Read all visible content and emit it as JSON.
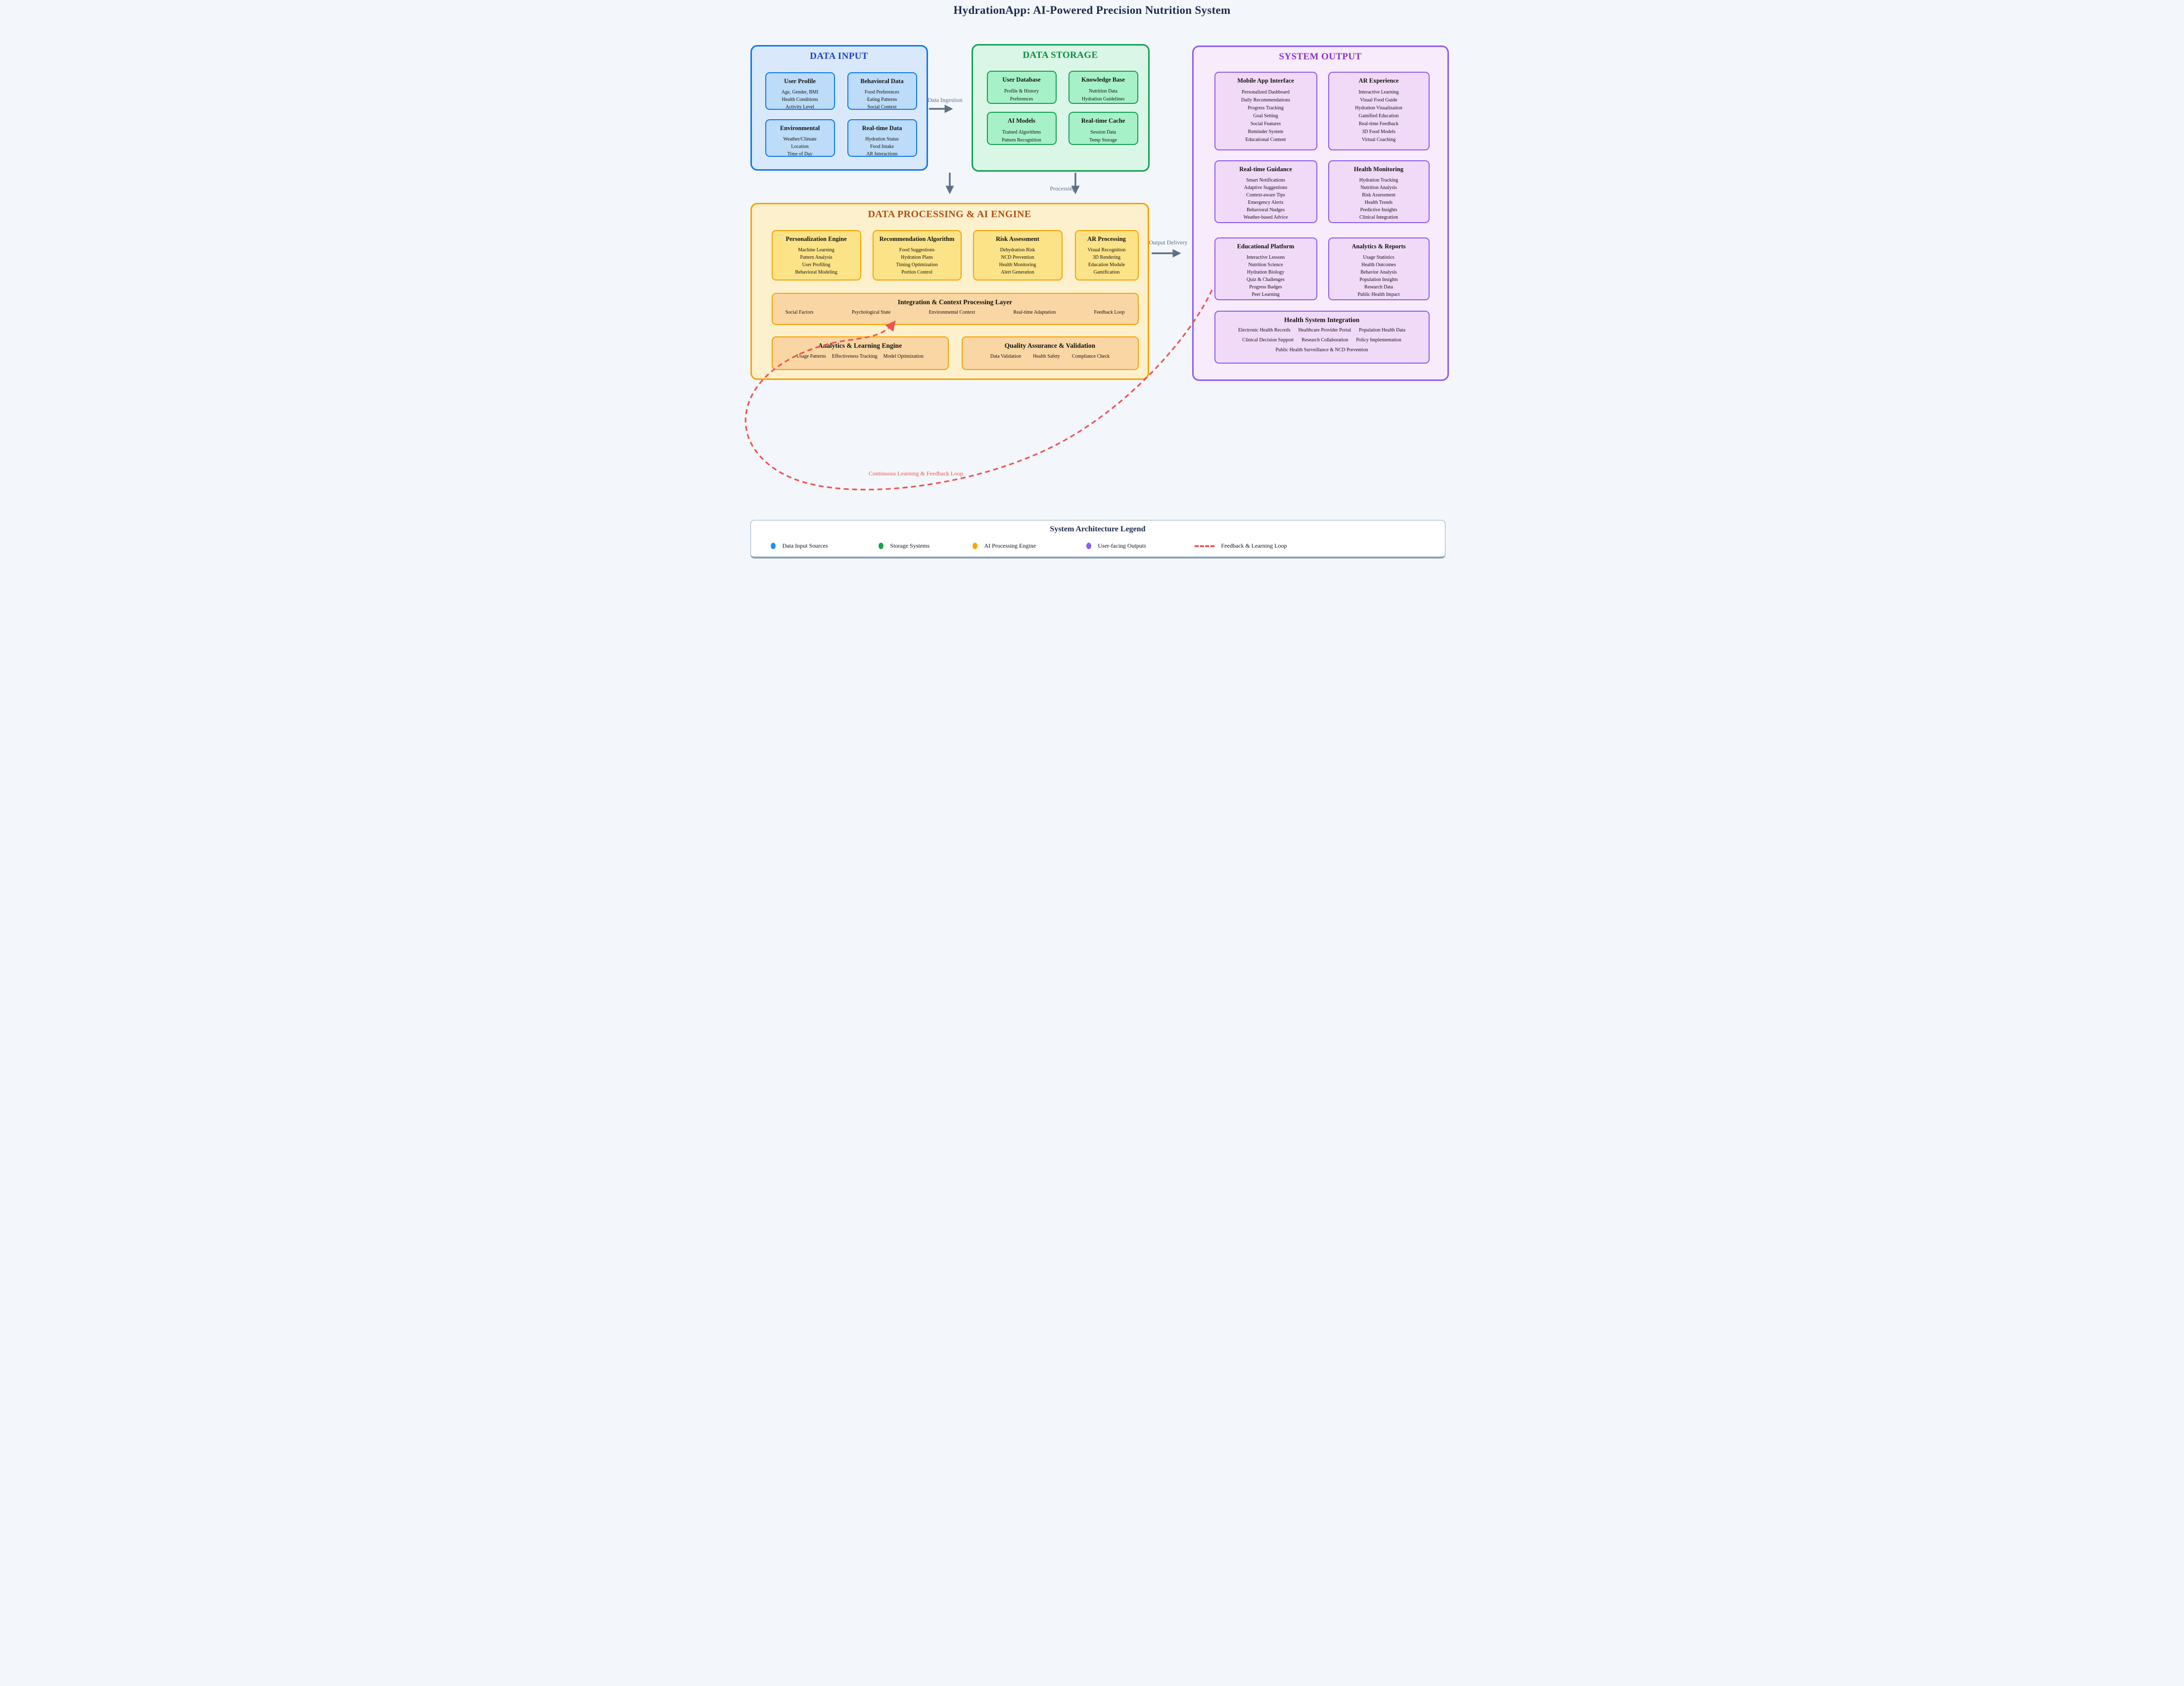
{
  "title": "HydrationApp: AI-Powered Precision Nutrition System",
  "data_input": {
    "title": "DATA INPUT",
    "boxes": [
      {
        "title": "User Profile",
        "items": [
          "Age, Gender, BMI",
          "Health Conditions",
          "Activity Level"
        ]
      },
      {
        "title": "Behavioral Data",
        "items": [
          "Food Preferences",
          "Eating Patterns",
          "Social Context"
        ]
      },
      {
        "title": "Environmental",
        "items": [
          "Weather/Climate",
          "Location",
          "Time of Day"
        ]
      },
      {
        "title": "Real-time Data",
        "items": [
          "Hydration Status",
          "Food Intake",
          "AR Interactions"
        ]
      }
    ]
  },
  "data_storage": {
    "title": "DATA STORAGE",
    "boxes": [
      {
        "title": "User Database",
        "items": [
          "Profile & History",
          "Preferences"
        ]
      },
      {
        "title": "Knowledge Base",
        "items": [
          "Nutrition Data",
          "Hydration Guidelines"
        ]
      },
      {
        "title": "AI Models",
        "items": [
          "Trained Algorithms",
          "Pattern Recognition"
        ]
      },
      {
        "title": "Real-time Cache",
        "items": [
          "Session Data",
          "Temp Storage"
        ]
      }
    ]
  },
  "processing": {
    "title": "DATA PROCESSING & AI ENGINE",
    "engines": [
      {
        "title": "Personalization Engine",
        "items": [
          "Machine Learning",
          "Pattern Analysis",
          "User Profiling",
          "Behavioral Modeling"
        ]
      },
      {
        "title": "Recommendation Algorithm",
        "items": [
          "Food Suggestions",
          "Hydration Plans",
          "Timing Optimization",
          "Portion Control"
        ]
      },
      {
        "title": "Risk Assessment",
        "items": [
          "Dehydration Risk",
          "NCD Prevention",
          "Health Monitoring",
          "Alert Generation"
        ]
      },
      {
        "title": "AR Processing",
        "items": [
          "Visual Recognition",
          "3D Rendering",
          "Education Module",
          "Gamification"
        ]
      }
    ],
    "integration": {
      "title": "Integration & Context Processing Layer",
      "items": [
        "Social Factors",
        "Psychological State",
        "Environmental Context",
        "Real-time Adaptation",
        "Feedback Loop"
      ]
    },
    "analytics": {
      "title": "Analytics & Learning Engine",
      "items": [
        "Usage Patterns",
        "Effectiveness Tracking",
        "Model Optimization"
      ]
    },
    "qa": {
      "title": "Quality Assurance & Validation",
      "items": [
        "Data Validation",
        "Health Safety",
        "Compliance Check"
      ]
    }
  },
  "system_output": {
    "title": "SYSTEM OUTPUT",
    "boxes": [
      {
        "title": "Mobile App Interface",
        "items": [
          "Personalized Dashboard",
          "Daily Recommendations",
          "Progress Tracking",
          "Goal Setting",
          "Social Features",
          "Reminder System",
          "Educational Content"
        ]
      },
      {
        "title": "AR Experience",
        "items": [
          "Interactive Learning",
          "Visual Food Guide",
          "Hydration Visualization",
          "Gamified Education",
          "Real-time Feedback",
          "3D Food Models",
          "Virtual Coaching"
        ]
      },
      {
        "title": "Real-time Guidance",
        "items": [
          "Smart Notifications",
          "Adaptive Suggestions",
          "Context-aware Tips",
          "Emergency Alerts",
          "Behavioral Nudges",
          "Weather-based Advice"
        ]
      },
      {
        "title": "Health Monitoring",
        "items": [
          "Hydration Tracking",
          "Nutrition Analysis",
          "Risk Assessment",
          "Health Trends",
          "Predictive Insights",
          "Clinical Integration"
        ]
      },
      {
        "title": "Educational Platform",
        "items": [
          "Interactive Lessons",
          "Nutrition Science",
          "Hydration Biology",
          "Quiz & Challenges",
          "Progress Badges",
          "Peer Learning"
        ]
      },
      {
        "title": "Analytics & Reports",
        "items": [
          "Usage Statistics",
          "Health Outcomes",
          "Behavior Analysis",
          "Population Insights",
          "Research Data",
          "Public Health Impact"
        ]
      }
    ],
    "integration_box": {
      "title": "Health System Integration",
      "items": [
        "Electronic Health Records",
        "Healthcare Provider Portal",
        "Population Health Data",
        "Clinical Decision Support",
        "Research Collaboration",
        "Policy Implementation",
        "Public Health Surveillance & NCD Prevention"
      ]
    }
  },
  "arrows": {
    "data_ingestion": "Data Ingestion",
    "processing": "Processing",
    "output_delivery": "Output Delivery",
    "feedback": "Continuous Learning & Feedback Loop"
  },
  "legend": {
    "title": "System Architecture Legend",
    "items": [
      {
        "label": "Data Input Sources",
        "color": "#1f8ffd"
      },
      {
        "label": "Storage Systems",
        "color": "#16a34a"
      },
      {
        "label": "AI Processing Engine",
        "color": "#f7a600"
      },
      {
        "label": "User-facing Outputs",
        "color": "#8b5cf6"
      },
      {
        "label": "Feedback & Learning Loop",
        "color": "#f85555"
      }
    ]
  },
  "colors": {
    "input_accent": "#0b79f0",
    "storage_accent": "#12a150",
    "processing_accent": "#f9a000",
    "output_accent": "#8d5cf0",
    "feedback_accent": "#ef5350",
    "arrow_gray": "#5d6e85"
  }
}
